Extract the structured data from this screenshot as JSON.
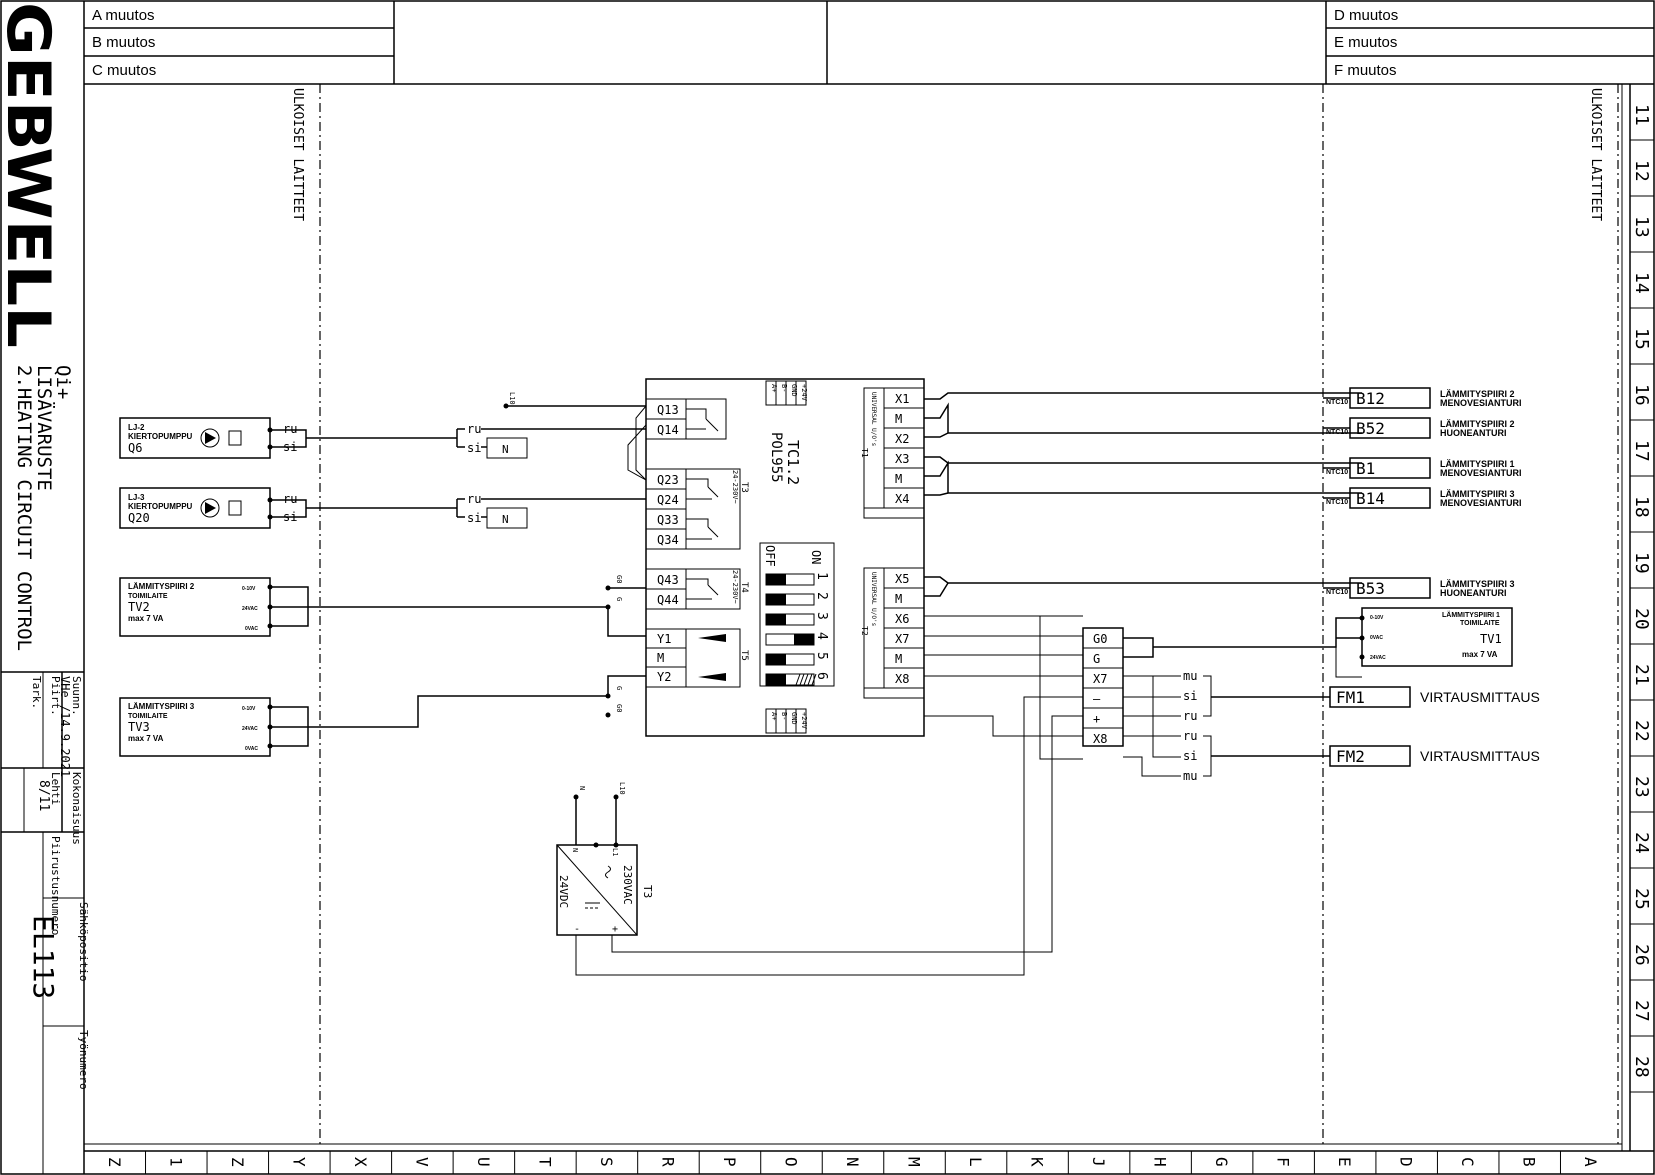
{
  "logo": "GEBWELL",
  "revisions": {
    "left": [
      "A muutos",
      "B muutos",
      "C muutos"
    ],
    "right": [
      "D muutos",
      "E muutos",
      "F muutos"
    ]
  },
  "title_block": {
    "project": "Qi+",
    "subtitle": "LISÄVARUSTE",
    "title": "2.HEATING CIRCUIT CONTROL",
    "suunn_label": "Suunn.",
    "piirt_label": "Piirt.",
    "designer_date": "VHe /14.9.2021",
    "tark_label": "Tark.",
    "kokonaisuus_label": "Kokonaisuus",
    "lehti_label": "Lehti",
    "sheet": "8/11",
    "piirustusnumero_label": "Piirustusnumero",
    "sahkopositio_label": "Sähköpositio",
    "tyonumero_label": "Työnumero",
    "drawing_number": "EL113"
  },
  "zones": {
    "left": "ULKOISET LAITTEET",
    "right": "ULKOISET LAITTEET"
  },
  "row_numbers": [
    "11",
    "12",
    "13",
    "14",
    "15",
    "16",
    "17",
    "18",
    "19",
    "20",
    "21",
    "22",
    "23",
    "24",
    "25",
    "26",
    "27",
    "28"
  ],
  "column_letters": [
    "Z",
    "1",
    "Z",
    "Y",
    "X",
    "V",
    "U",
    "T",
    "S",
    "R",
    "P",
    "O",
    "N",
    "M",
    "L",
    "K",
    "J",
    "H",
    "G",
    "F",
    "E",
    "D",
    "C",
    "B",
    "A"
  ],
  "controller": {
    "name": "TC1.2",
    "model": "POL955",
    "bus_top": [
      "A+",
      "B-",
      "GND",
      "+24V"
    ],
    "bus_bottom": [
      "A+",
      "B-",
      "GND",
      "+24V"
    ],
    "relay_group_1": [
      "Q13",
      "Q14"
    ],
    "relay_group_2": [
      "Q23",
      "Q24",
      "Q33",
      "Q34"
    ],
    "relay_group_3": [
      "Q43",
      "Q44"
    ],
    "relay_group_2_label": "24-230V~",
    "relay_group_3_label": "24-230V~",
    "t3_label": "T3",
    "t4_label": "T4",
    "t5_label": "T5",
    "analog_outputs": [
      "Y1",
      "M",
      "Y2"
    ],
    "universal_label": "UNIVERSAL U/O's",
    "t1_label": "T1",
    "t2_label": "T2",
    "inputs_t1": [
      "X1",
      "M",
      "X2",
      "X3",
      "M",
      "X4"
    ],
    "inputs_t2": [
      "X5",
      "M",
      "X6",
      "X7",
      "M",
      "X8"
    ],
    "dip_on": "ON",
    "dip_off": "OFF",
    "dip_numbers": [
      "1",
      "2",
      "3",
      "4",
      "5",
      "6"
    ]
  },
  "pumps": [
    {
      "title": "LJ-2",
      "sub": "KIERTOPUMPPU",
      "tag": "Q6",
      "ru": "ru",
      "si": "si",
      "n": "N"
    },
    {
      "title": "LJ-3",
      "sub": "KIERTOPUMPPU",
      "tag": "Q20",
      "ru": "ru",
      "si": "si",
      "n": "N"
    }
  ],
  "actuators": [
    {
      "title": "LÄMMITYSPIIRI 2",
      "sub": "TOIMILAITE",
      "tag": "TV2",
      "power": "max 7 VA",
      "pins": [
        "0-10V",
        "24VAC",
        "0VAC"
      ]
    },
    {
      "title": "LÄMMITYSPIIRI 3",
      "sub": "TOIMILAITE",
      "tag": "TV3",
      "power": "max 7 VA",
      "pins": [
        "0-10V",
        "24VAC",
        "0VAC"
      ]
    },
    {
      "title": "LÄMMITYSPIIRI 1",
      "sub": "TOIMILAITE",
      "tag": "TV1",
      "power": "max 7 VA",
      "pins": [
        "0-10V",
        "0VAC",
        "24VAC"
      ]
    }
  ],
  "sensors": [
    {
      "type": "NTC10",
      "tag": "B12",
      "l1": "LÄMMITYSPIIRI 2",
      "l2": "MENOVESIANTURI"
    },
    {
      "type": "NTC10",
      "tag": "B52",
      "l1": "LÄMMITYSPIIRI 2",
      "l2": "HUONEANTURI"
    },
    {
      "type": "NTC10",
      "tag": "B1",
      "l1": "LÄMMITYSPIIRI 1",
      "l2": "MENOVESIANTURI"
    },
    {
      "type": "NTC10",
      "tag": "B14",
      "l1": "LÄMMITYSPIIRI 3",
      "l2": "MENOVESIANTURI"
    },
    {
      "type": "NTC10",
      "tag": "B53",
      "l1": "LÄMMITYSPIIRI 3",
      "l2": "HUONEANTURI"
    }
  ],
  "terminal_block": [
    "G0",
    "G",
    "X7",
    "–",
    "+",
    "X8"
  ],
  "flow_meters": [
    {
      "tag": "FM1",
      "label": "VIRTAUSMITTAUS",
      "wires": [
        "mu",
        "si",
        "ru"
      ]
    },
    {
      "tag": "FM2",
      "label": "VIRTAUSMITTAUS",
      "wires": [
        "ru",
        "si",
        "mu"
      ]
    }
  ],
  "transformer": {
    "tag": "T3",
    "in": "230VAC",
    "out": "24VDC",
    "pin_n": "N",
    "pin_l": "L1",
    "supply_n": "N",
    "supply_l": "L10",
    "minus": "-",
    "plus": "+"
  },
  "misc": {
    "l10": "L10",
    "g0": "G0",
    "g": "G"
  }
}
